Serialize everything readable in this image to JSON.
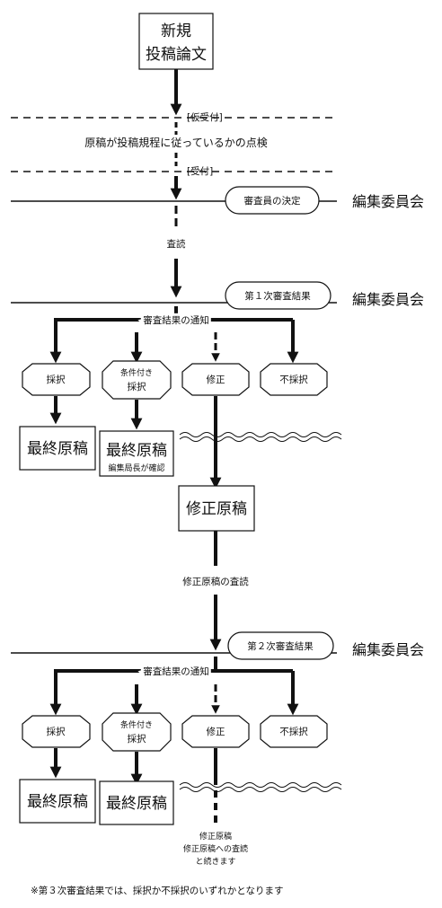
{
  "start": {
    "line1": "新規",
    "line2": "投稿論文"
  },
  "provisional": "[仮受付]",
  "check": "原稿が投稿規程に従っているかの点検",
  "accepted": "[受付]",
  "decide_reviewers": "審査員の決定",
  "committee": "編集委員会",
  "peer_review": "査読",
  "round1": {
    "result": "第１次審査結果",
    "notice": "審査結果の通知",
    "adopt": "採択",
    "cond_line1": "条件付き",
    "cond_line2": "採択",
    "revise": "修正",
    "reject": "不採択",
    "final": "最終原稿",
    "final_cond": "最終原稿",
    "final_cond_note": "編集局長が確認"
  },
  "revised_manuscript": "修正原稿",
  "revised_review": "修正原稿の査読",
  "round2": {
    "result": "第２次審査結果",
    "notice": "審査結果の通知",
    "adopt": "採択",
    "cond_line1": "条件付き",
    "cond_line2": "採択",
    "revise": "修正",
    "reject": "不採択",
    "final": "最終原稿",
    "final_cond": "最終原稿"
  },
  "continue_line1": "修正原稿",
  "continue_line2": "修正原稿への査読",
  "continue_line3": "と続きます",
  "footnote": "※第３次審査結果では、採択か不採択のいずれかとなります"
}
